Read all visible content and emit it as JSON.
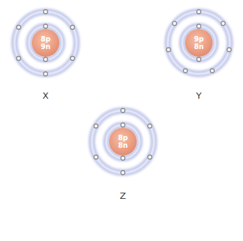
{
  "diagram": {
    "nodes": [
      {
        "text": [
          "8p",
          "9n"
        ]
      },
      {
        "text": [
          "9p",
          "8n"
        ]
      },
      {
        "text": [
          "8p",
          "8n"
        ]
      }
    ],
    "labels": [
      "X",
      "Y",
      "Z"
    ]
  }
}
